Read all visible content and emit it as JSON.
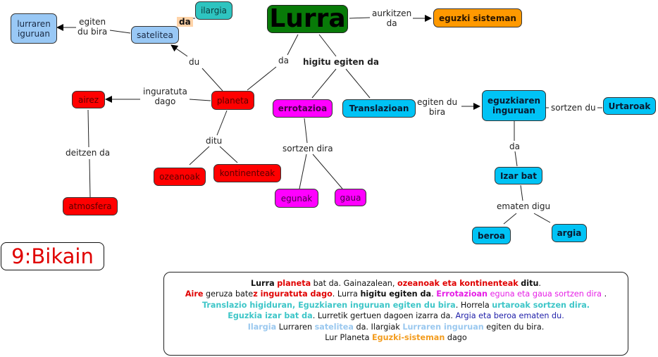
{
  "concept_map": {
    "nodes": {
      "lurra": "Lurra",
      "eguzki_sisteman": "eguzki sisteman",
      "ilargia": "ilargia",
      "satelitea": "satelitea",
      "lurraren_iguruan": "lurraren\niguruan",
      "planeta": "planeta",
      "airez": "airez",
      "atmosfera": "atmosfera",
      "ozeanoak": "ozeanoak",
      "kontinenteak": "kontinenteak",
      "errotazioa": "errotazioa",
      "egunak": "egunak",
      "gaua": "gaua",
      "translazioan": "Translazioan",
      "eguzkiaren_inguruan": "eguzkiaren\ninguruan",
      "urtaroak": "Urtaroak",
      "izar_bat": "Izar bat",
      "beroa": "beroa",
      "argia": "argia"
    },
    "links": {
      "aurkitzen_da": "aurkitzen\nda",
      "da_ilargia": "da",
      "egiten_du_bira_1": "egiten\ndu bira",
      "du": "du",
      "da_planeta": "da",
      "higitu_egiten_da": "higitu egiten da",
      "inguratuta_dago": "inguratuta\ndago",
      "deitzen_da": "deitzen da",
      "ditu": "ditu",
      "sortzen_dira": "sortzen dira",
      "egiten_du_bira_2": "egiten du\nbira",
      "sortzen_du": "sortzen du",
      "da_izar": "da",
      "ematen_digu": "ematen digu"
    }
  },
  "score": "9:Bikain",
  "summary": {
    "lines": [
      [
        {
          "t": "Lurra",
          "c": "b"
        },
        {
          "t": " "
        },
        {
          "t": "planeta",
          "c": "b cRed"
        },
        {
          "t": " bat da. Gainazalean, "
        },
        {
          "t": "ozeanoak eta kontinenteak",
          "c": "b cRed"
        },
        {
          "t": " "
        },
        {
          "t": "ditu",
          "c": "b"
        },
        {
          "t": "."
        }
      ],
      [
        {
          "t": "Aire",
          "c": "b cRed"
        },
        {
          "t": " geruza bate"
        },
        {
          "t": "z inguratuta dago",
          "c": "b cRed"
        },
        {
          "t": ". Lurra "
        },
        {
          "t": "higitu egiten da",
          "c": "b"
        },
        {
          "t": ". "
        },
        {
          "t": "Errotazioan",
          "c": "b cMag"
        },
        {
          "t": " eguna eta gaua sortzen dira",
          "c": "cMag"
        },
        {
          "t": " ."
        }
      ],
      [
        {
          "t": "Translazio higiduran, Eguzkiaren inguruan egiten du bira",
          "c": "b cTeal"
        },
        {
          "t": ". Horrela "
        },
        {
          "t": "urtaroak sortzen dira.",
          "c": "b cTeal"
        }
      ],
      [
        {
          "t": "Eguzkia izar bat da",
          "c": "b cTeal"
        },
        {
          "t": ". Lurretik gertuen dagoen izarra da. "
        },
        {
          "t": "Argia eta beroa ematen du.",
          "c": "cNavy"
        }
      ],
      [
        {
          "t": "Ilargia",
          "c": "b cLb"
        },
        {
          "t": " Lurraren "
        },
        {
          "t": "satelitea",
          "c": "b cLb"
        },
        {
          "t": " da. Ilargiak "
        },
        {
          "t": "Lurraren inguruan",
          "c": "b cLb"
        },
        {
          "t": " egiten du bira."
        }
      ],
      [
        {
          "t": "Lur Planeta "
        },
        {
          "t": "Eguzki-sisteman",
          "c": "b cOr"
        },
        {
          "t": " dago"
        }
      ]
    ]
  }
}
